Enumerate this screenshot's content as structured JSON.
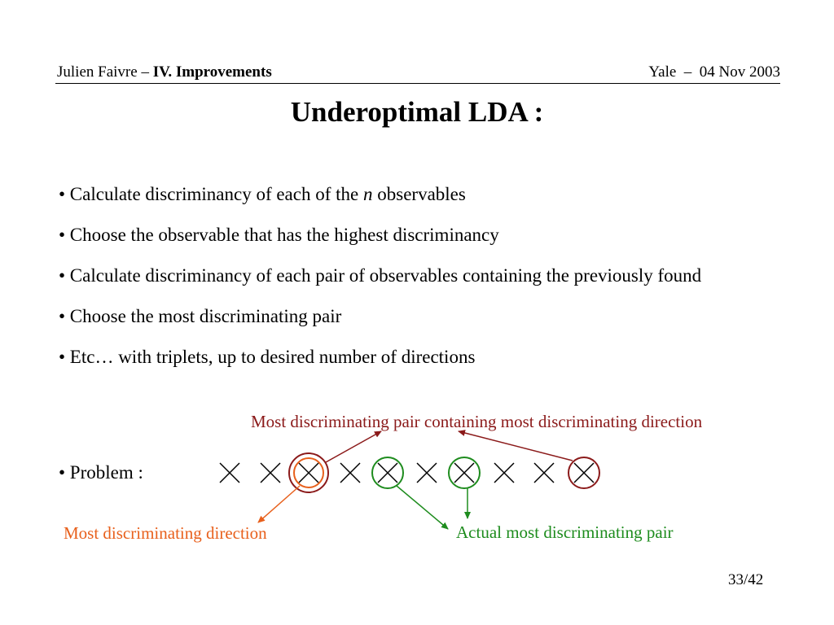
{
  "header": {
    "author": "Julien Faivre",
    "dash": "–",
    "section": "IV. Improvements",
    "venue": "Yale  –  04 Nov 2003"
  },
  "title": "Underoptimal LDA :",
  "bullets": [
    {
      "pre": "• Calculate discriminancy of each of the ",
      "em": "n",
      "post": " observables"
    },
    {
      "pre": "• Choose the observable that has the highest discriminancy",
      "em": "",
      "post": ""
    },
    {
      "pre": "• Calculate discriminancy of each pair of observables containing the previously found",
      "em": "",
      "post": ""
    },
    {
      "pre": "• Choose the most discriminating pair",
      "em": "",
      "post": ""
    },
    {
      "pre": "• Etc… with triplets, up to desired number of directions",
      "em": "",
      "post": ""
    }
  ],
  "problem_label": "• Problem :",
  "diagram": {
    "label_pair_containing": "Most discriminating pair containing most discriminating direction",
    "label_direction": "Most discriminating direction",
    "label_actual_pair": "Actual most discriminating pair",
    "crosses": [
      {
        "index": 1,
        "circle": "none"
      },
      {
        "index": 2,
        "circle": "none"
      },
      {
        "index": 3,
        "circle": "orange+darkred"
      },
      {
        "index": 4,
        "circle": "none"
      },
      {
        "index": 5,
        "circle": "green"
      },
      {
        "index": 6,
        "circle": "none"
      },
      {
        "index": 7,
        "circle": "green"
      },
      {
        "index": 8,
        "circle": "none"
      },
      {
        "index": 9,
        "circle": "none"
      },
      {
        "index": 10,
        "circle": "darkred"
      }
    ],
    "colors": {
      "darkred": "#8b1a1a",
      "orange": "#e8601c",
      "green": "#1e8c1e"
    }
  },
  "page": "33/42"
}
